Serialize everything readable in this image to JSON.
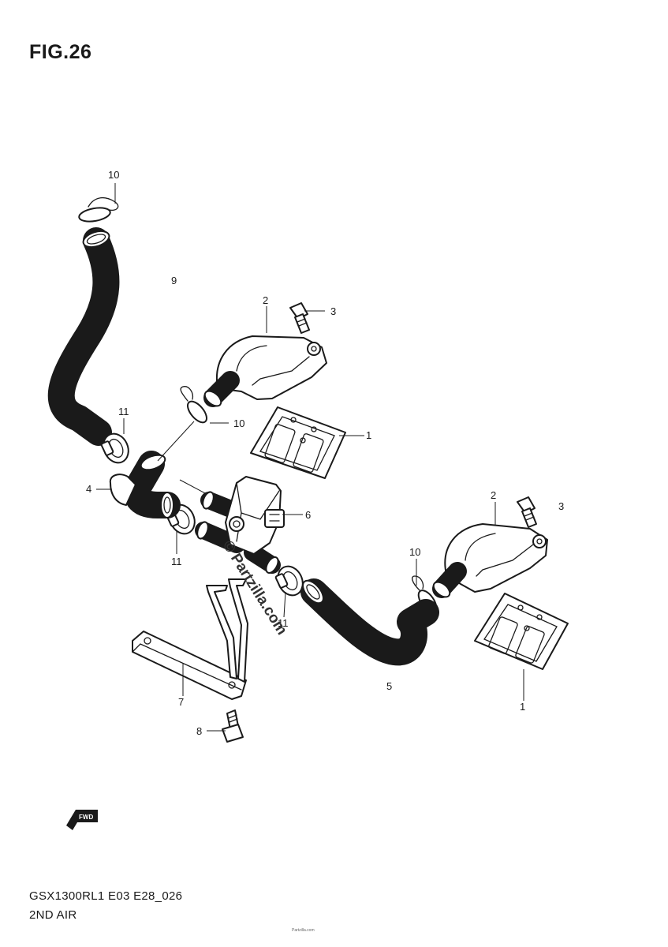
{
  "title": "FIG.26",
  "footer": {
    "model_code": "GSX1300RL1 E03 E28_026",
    "section": "2ND AIR"
  },
  "watermark": "© Partzilla.com",
  "forward_badge": "FWD",
  "fine_print": "Partzilla.com",
  "callouts": {
    "c1a": "1",
    "c1b": "1",
    "c2a": "2",
    "c2b": "2",
    "c3a": "3",
    "c3b": "3",
    "c4": "4",
    "c5": "5",
    "c6": "6",
    "c7": "7",
    "c8": "8",
    "c9": "9",
    "c10a": "10",
    "c10b": "10",
    "c10c": "10",
    "c11a": "11",
    "c11b": "11",
    "c11c": "11"
  }
}
